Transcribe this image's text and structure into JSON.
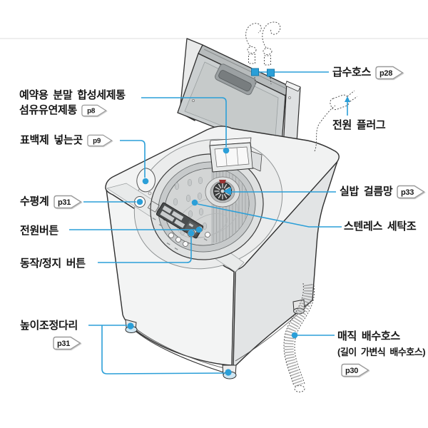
{
  "colors": {
    "accent_blue": "#2b9fd8",
    "line_art": "#2f2f2f"
  },
  "labels": {
    "dispenser": {
      "line1": "예약용 분말 합성세제통",
      "line2": "섬유유연제통",
      "page": "p8"
    },
    "bleach": {
      "text": "표백제 넣는곳",
      "page": "p9"
    },
    "level_gauge": {
      "text": "수평계",
      "page": "p31"
    },
    "power_button": {
      "text": "전원버튼"
    },
    "start_stop_button": {
      "text": "동작/정지 버튼"
    },
    "leveling_legs": {
      "text": "높이조정다리",
      "page": "p31"
    },
    "supply_hose": {
      "text": "급수호스",
      "page": "p28"
    },
    "power_plug": {
      "text": "전원 플러그"
    },
    "lint_filter": {
      "text": "실밥 걸름망",
      "page": "p33"
    },
    "stainless_tub": {
      "text": "스텐레스 세탁조"
    },
    "drain_hose": {
      "line1": "매직 배수호스",
      "line2": "(길이 가변식 배수호스)",
      "page": "p30"
    }
  }
}
